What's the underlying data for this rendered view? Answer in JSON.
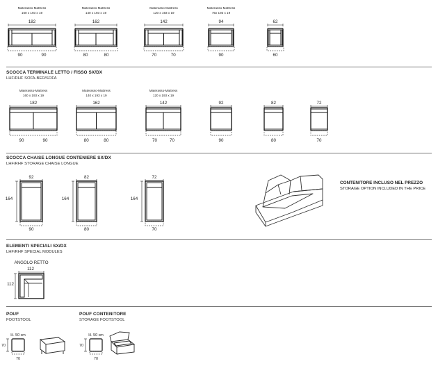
{
  "sections": {
    "s2": {
      "title": "SCOCCA TERMINALE  LETTO / FISSO SX/DX",
      "subtitle": "LHF/RHF SOFA-BED/SOFA"
    },
    "s3": {
      "title": "SCOCCA CHAISE LONGUE CONTENIERE SX/DX",
      "subtitle": "LHF/RHF STORAGE CHAISE LONGUE"
    },
    "s4": {
      "title": "ELEMENTI SPECIALI SX/DX",
      "subtitle": "LHF/RHF SPECIAL MODULES"
    },
    "pouf": {
      "title": "POUF",
      "subtitle": "FOOTSTOOL"
    },
    "pouf_storage": {
      "title": "POUF CONTENITORE",
      "subtitle": "STORAGE FOOTSTOOL"
    }
  },
  "storage_note": {
    "line1": "CONTENITORE INCLUSO NEL PREZZO",
    "line2": "STORAGE OPTION INCLUDED IN THE PRICE"
  },
  "row1": [
    {
      "mattress": "Materasso-Mattress",
      "mattress_size": "160 x 193 x 19",
      "width": "182",
      "seats": [
        "90",
        "90"
      ]
    },
    {
      "mattress": "Materasso-Mattress",
      "mattress_size": "140 x 193 x 19",
      "width": "162",
      "seats": [
        "80",
        "80"
      ]
    },
    {
      "mattress": "Materasso-Mattress",
      "mattress_size": "120 x 193 x 19",
      "width": "142",
      "seats": [
        "70",
        "70"
      ]
    },
    {
      "mattress": "Materasso-Mattress",
      "mattress_size": "75x 193 x 19",
      "width": "94",
      "seats": [
        "90"
      ]
    },
    {
      "mattress": "",
      "mattress_size": "",
      "width": "62",
      "seats": [
        "60"
      ]
    }
  ],
  "row2": [
    {
      "mattress": "Materasso-Mattress",
      "mattress_size": "160 x 193 x 19",
      "width": "182",
      "seats": [
        "90",
        "90"
      ]
    },
    {
      "mattress": "Materasso-Mattress",
      "mattress_size": "140 x 193 x 19",
      "width": "162",
      "seats": [
        "80",
        "80"
      ]
    },
    {
      "mattress": "Materasso-Mattress",
      "mattress_size": "120 x 193 x 19",
      "width": "142",
      "seats": [
        "70",
        "70"
      ]
    },
    {
      "mattress": "",
      "mattress_size": "",
      "width": "92",
      "seats": [
        "90"
      ]
    },
    {
      "mattress": "",
      "mattress_size": "",
      "width": "82",
      "seats": [
        "80"
      ]
    },
    {
      "mattress": "",
      "mattress_size": "",
      "width": "72",
      "seats": [
        "70"
      ]
    }
  ],
  "row3": [
    {
      "width": "92",
      "depth": "164",
      "seat": "90"
    },
    {
      "width": "82",
      "depth": "164",
      "seat": "80"
    },
    {
      "width": "72",
      "depth": "164",
      "seat": "70"
    }
  ],
  "corner": {
    "label": "ANGOLO RETTO",
    "width": "112",
    "depth": "112"
  },
  "pouf": {
    "height": "H. 50 cm",
    "width": "70",
    "depth": "70"
  },
  "pouf_storage": {
    "height": "H. 50 cm",
    "width": "70",
    "depth": "70"
  }
}
